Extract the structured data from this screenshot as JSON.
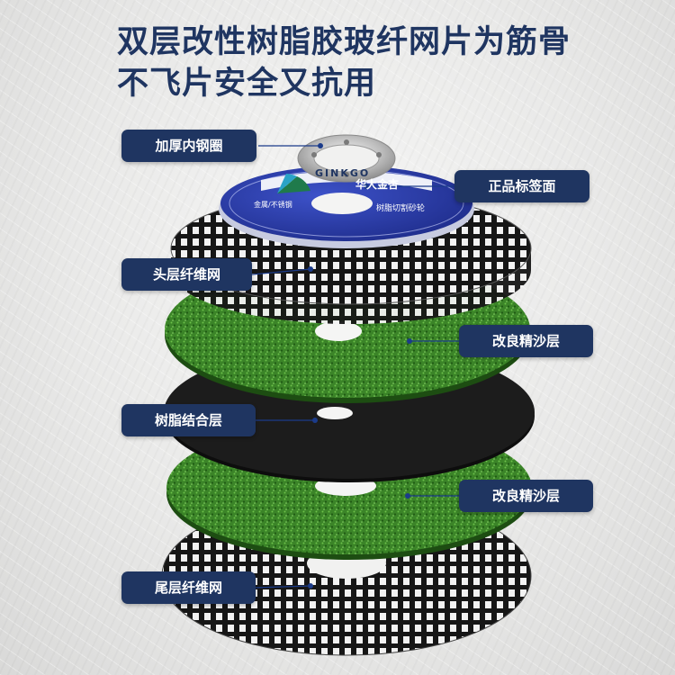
{
  "headline": {
    "line1": "双层改性树脂胶玻纤网片为筋骨",
    "line2": "不飞片安全又抗用"
  },
  "callouts": [
    {
      "id": "steel-ring",
      "text": "加厚内钢圈"
    },
    {
      "id": "label-face",
      "text": "正品标签面"
    },
    {
      "id": "top-mesh",
      "text": "头层纤维网"
    },
    {
      "id": "sand-1",
      "text": "改良精沙层"
    },
    {
      "id": "resin",
      "text": "树脂结合层"
    },
    {
      "id": "sand-2",
      "text": "改良精沙层"
    },
    {
      "id": "bottom-mesh",
      "text": "尾层纤维网"
    }
  ],
  "disc_label": {
    "brand": "GINKGO",
    "brand_cn": "华大金杏",
    "product": "树脂切割砂轮",
    "tag": "金属/不锈钢"
  },
  "colors": {
    "navy": "#1f3561",
    "label_blue": "#2b3ca8",
    "sand_green": "#3d8a2a",
    "resin_black": "#1a1a1a"
  }
}
